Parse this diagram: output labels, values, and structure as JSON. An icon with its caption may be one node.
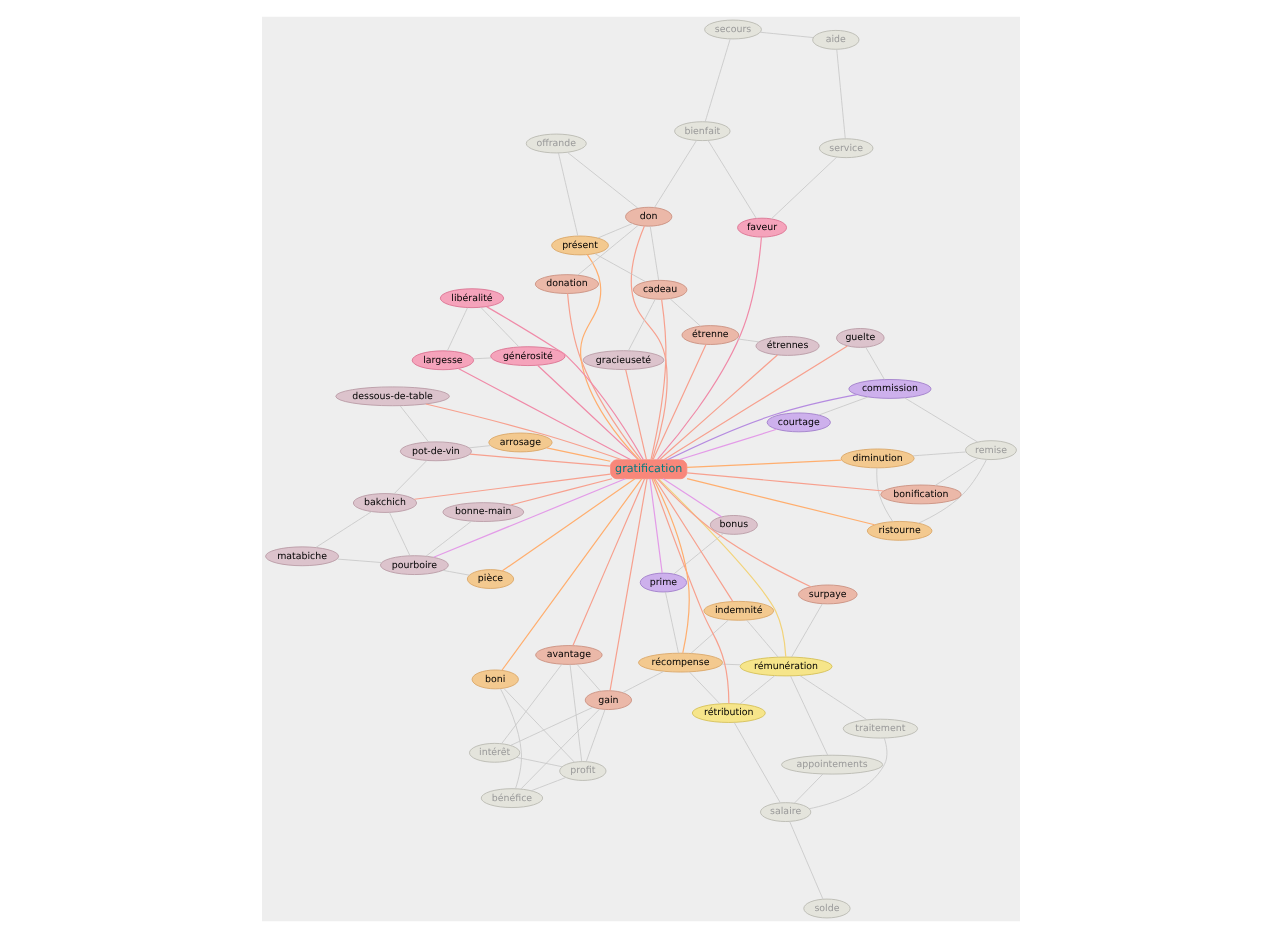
{
  "diagram": {
    "nodes": [
      {
        "text": [
          "appointements"
        ]
      },
      {
        "text": [
          "salaire"
        ]
      },
      {
        "text": [
          "traitement"
        ]
      },
      {
        "text": [
          "rétribution"
        ]
      },
      {
        "text": [
          "solde"
        ]
      },
      {
        "text": [
          "rémunération"
        ]
      },
      {
        "text": [
          "récompense"
        ]
      },
      {
        "text": [
          "indemnité"
        ]
      },
      {
        "text": [
          "gain"
        ]
      },
      {
        "text": [
          "commission"
        ]
      },
      {
        "text": [
          "guelte"
        ]
      },
      {
        "text": [
          "prime"
        ]
      },
      {
        "text": [
          "intérêt"
        ]
      },
      {
        "text": [
          "profit"
        ]
      },
      {
        "text": [
          "courtage"
        ]
      },
      {
        "text": [
          "boni"
        ]
      },
      {
        "text": [
          "bénéfice"
        ]
      },
      {
        "text": [
          "bonus"
        ]
      },
      {
        "text": [
          "pourboire"
        ]
      },
      {
        "text": [
          "avantage"
        ]
      },
      {
        "text": [
          "ristourne"
        ]
      },
      {
        "text": [
          "bonification"
        ]
      },
      {
        "text": [
          "gratification"
        ]
      },
      {
        "text": [
          "bonne-main"
        ]
      },
      {
        "text": [
          "remise"
        ]
      },
      {
        "text": [
          "dessous-de-table"
        ]
      },
      {
        "text": [
          "pot-de-vin"
        ]
      },
      {
        "text": [
          "surpaye"
        ]
      },
      {
        "text": [
          "arrosage"
        ]
      },
      {
        "text": [
          "pièce"
        ]
      },
      {
        "text": [
          "bakchich"
        ]
      },
      {
        "text": [
          "matabiche"
        ]
      },
      {
        "text": [
          "diminution"
        ]
      },
      {
        "text": [
          "gracieuseté"
        ]
      },
      {
        "text": [
          "service"
        ]
      },
      {
        "text": [
          "faveur"
        ]
      },
      {
        "text": [
          "étrennes"
        ]
      },
      {
        "text": [
          "secours"
        ]
      },
      {
        "text": [
          "aide"
        ]
      },
      {
        "text": [
          "don"
        ]
      },
      {
        "text": [
          "cadeau"
        ]
      },
      {
        "text": [
          "étrenne"
        ]
      },
      {
        "text": [
          "générosité"
        ]
      },
      {
        "text": [
          "bienfait"
        ]
      },
      {
        "text": [
          "donation"
        ]
      },
      {
        "text": [
          "présent"
        ]
      },
      {
        "text": [
          "libéralité"
        ]
      },
      {
        "text": [
          "largesse"
        ]
      },
      {
        "text": [
          "offrande"
        ]
      }
    ],
    "edges": [
      {
        "from": 22,
        "to": 3,
        "arrow": "none",
        "color": "#f7a08e"
      },
      {
        "from": 22,
        "to": 5,
        "arrow": "none",
        "color": "#f2d37a"
      },
      {
        "from": 22,
        "to": 6,
        "arrow": "none",
        "color": "#ffae6e"
      },
      {
        "from": 22,
        "to": 7,
        "arrow": "none",
        "color": "#f7a08e"
      },
      {
        "from": 22,
        "to": 8,
        "arrow": "none",
        "color": "#f7a08e"
      },
      {
        "from": 22,
        "to": 9,
        "arrow": "none",
        "color": "#b58be0"
      },
      {
        "from": 22,
        "to": 10,
        "arrow": "none",
        "color": "#f7a08e"
      },
      {
        "from": 22,
        "to": 11,
        "arrow": "none",
        "color": "#e39be8"
      },
      {
        "from": 22,
        "to": 14,
        "arrow": "none",
        "color": "#e39be8"
      },
      {
        "from": 22,
        "to": 15,
        "arrow": "none",
        "color": "#ffae6e"
      },
      {
        "from": 22,
        "to": 17,
        "arrow": "none",
        "color": "#e39be8"
      },
      {
        "from": 22,
        "to": 18,
        "arrow": "none",
        "color": "#e39be8"
      },
      {
        "from": 22,
        "to": 19,
        "arrow": "none",
        "color": "#f7a08e"
      },
      {
        "from": 22,
        "to": 20,
        "arrow": "none",
        "color": "#ffae6e"
      },
      {
        "from": 22,
        "to": 21,
        "arrow": "none",
        "color": "#f7a08e"
      },
      {
        "from": 22,
        "to": 23,
        "arrow": "none",
        "color": "#f7a08e"
      },
      {
        "from": 22,
        "to": 25,
        "arrow": "none",
        "color": "#f7a08e"
      },
      {
        "from": 22,
        "to": 26,
        "arrow": "none",
        "color": "#f7a08e"
      },
      {
        "from": 22,
        "to": 27,
        "arrow": "none",
        "color": "#f7a08e"
      },
      {
        "from": 22,
        "to": 28,
        "arrow": "none",
        "color": "#ffae6e"
      },
      {
        "from": 22,
        "to": 29,
        "arrow": "none",
        "color": "#ffae6e"
      },
      {
        "from": 22,
        "to": 30,
        "arrow": "none",
        "color": "#f7a08e"
      },
      {
        "from": 22,
        "to": 32,
        "arrow": "none",
        "color": "#ffae6e"
      },
      {
        "from": 22,
        "to": 33,
        "arrow": "none",
        "color": "#f7a08e"
      },
      {
        "from": 22,
        "to": 35,
        "arrow": "none",
        "color": "#f08aa8"
      },
      {
        "from": 22,
        "to": 36,
        "arrow": "none",
        "color": "#f7a08e"
      },
      {
        "from": 22,
        "to": 39,
        "arrow": "none",
        "color": "#f7a08e"
      },
      {
        "from": 22,
        "to": 40,
        "arrow": "none",
        "color": "#f7a08e"
      },
      {
        "from": 22,
        "to": 41,
        "arrow": "none",
        "color": "#f7a08e"
      },
      {
        "from": 22,
        "to": 42,
        "arrow": "none",
        "color": "#f08aa8"
      },
      {
        "from": 22,
        "to": 44,
        "arrow": "none",
        "color": "#f7a08e"
      },
      {
        "from": 22,
        "to": 45,
        "arrow": "none",
        "color": "#ffae6e"
      },
      {
        "from": 22,
        "to": 46,
        "arrow": "none",
        "color": "#f08aa8"
      },
      {
        "from": 22,
        "to": 47,
        "arrow": "none",
        "color": "#f08aa8"
      },
      {
        "from": 0,
        "to": 1,
        "arrow": "none"
      },
      {
        "from": 0,
        "to": 5,
        "arrow": "none"
      },
      {
        "from": 1,
        "to": 2,
        "arrow": "none"
      },
      {
        "from": 1,
        "to": 3,
        "arrow": "none"
      },
      {
        "from": 2,
        "to": 5,
        "arrow": "none"
      },
      {
        "from": 4,
        "to": 1,
        "arrow": "none"
      },
      {
        "from": 3,
        "to": 5,
        "arrow": "none"
      },
      {
        "from": 5,
        "to": 6,
        "arrow": "none"
      },
      {
        "from": 6,
        "to": 7,
        "arrow": "none"
      },
      {
        "from": 8,
        "to": 13,
        "arrow": "none"
      },
      {
        "from": 8,
        "to": 16,
        "arrow": "none"
      },
      {
        "from": 8,
        "to": 12,
        "arrow": "none"
      },
      {
        "from": 13,
        "to": 16,
        "arrow": "none"
      },
      {
        "from": 12,
        "to": 13,
        "arrow": "none"
      },
      {
        "from": 15,
        "to": 16,
        "arrow": "none"
      },
      {
        "from": 15,
        "to": 13,
        "arrow": "none"
      },
      {
        "from": 19,
        "to": 12,
        "arrow": "none"
      },
      {
        "from": 19,
        "to": 13,
        "arrow": "none"
      },
      {
        "from": 21,
        "to": 24,
        "arrow": "none"
      },
      {
        "from": 20,
        "to": 24,
        "arrow": "none"
      },
      {
        "from": 24,
        "to": 32,
        "arrow": "none"
      },
      {
        "from": 20,
        "to": 32,
        "arrow": "none"
      },
      {
        "from": 9,
        "to": 14,
        "arrow": "none"
      },
      {
        "from": 9,
        "to": 24,
        "arrow": "none"
      },
      {
        "from": 11,
        "to": 6,
        "arrow": "none"
      },
      {
        "from": 11,
        "to": 17,
        "arrow": "none"
      },
      {
        "from": 18,
        "to": 23,
        "arrow": "none"
      },
      {
        "from": 18,
        "to": 30,
        "arrow": "none"
      },
      {
        "from": 26,
        "to": 25,
        "arrow": "none"
      },
      {
        "from": 26,
        "to": 30,
        "arrow": "none"
      },
      {
        "from": 30,
        "to": 31,
        "arrow": "none"
      },
      {
        "from": 18,
        "to": 31,
        "arrow": "none"
      },
      {
        "from": 28,
        "to": 26,
        "arrow": "none"
      },
      {
        "from": 29,
        "to": 18,
        "arrow": "none"
      },
      {
        "from": 35,
        "to": 34,
        "arrow": "none"
      },
      {
        "from": 35,
        "to": 43,
        "arrow": "none"
      },
      {
        "from": 34,
        "to": 38,
        "arrow": "none"
      },
      {
        "from": 38,
        "to": 37,
        "arrow": "none"
      },
      {
        "from": 37,
        "to": 43,
        "arrow": "none"
      },
      {
        "from": 42,
        "to": 47,
        "arrow": "none"
      },
      {
        "from": 42,
        "to": 46,
        "arrow": "none"
      },
      {
        "from": 43,
        "to": 39,
        "arrow": "none"
      },
      {
        "from": 39,
        "to": 40,
        "arrow": "none"
      },
      {
        "from": 39,
        "to": 45,
        "arrow": "none"
      },
      {
        "from": 39,
        "to": 44,
        "arrow": "none"
      },
      {
        "from": 40,
        "to": 45,
        "arrow": "none"
      },
      {
        "from": 41,
        "to": 36,
        "arrow": "none"
      },
      {
        "from": 40,
        "to": 41,
        "arrow": "none"
      },
      {
        "from": 48,
        "to": 39,
        "arrow": "none"
      },
      {
        "from": 48,
        "to": 45,
        "arrow": "none"
      },
      {
        "from": 47,
        "to": 46,
        "arrow": "none"
      },
      {
        "from": 33,
        "to": 40,
        "arrow": "none"
      },
      {
        "from": 10,
        "to": 9,
        "arrow": "none"
      },
      {
        "from": 7,
        "to": 5,
        "arrow": "none"
      },
      {
        "from": 3,
        "to": 6,
        "arrow": "none"
      },
      {
        "from": 8,
        "to": 6,
        "arrow": "none"
      },
      {
        "from": 19,
        "to": 8,
        "arrow": "none"
      },
      {
        "from": 27,
        "to": 5,
        "arrow": "none"
      }
    ]
  }
}
